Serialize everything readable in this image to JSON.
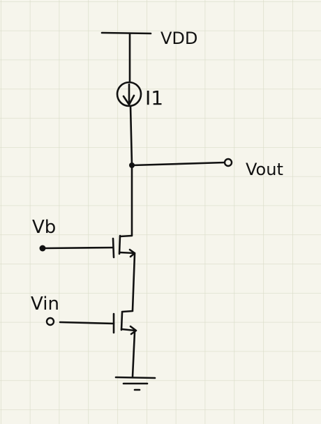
{
  "labels": {
    "vdd": "VDD",
    "i1": "I1",
    "vout": "Vout",
    "vb": "Vb",
    "vin": "Vin"
  },
  "colors": {
    "paper": "#f6f5ec",
    "grid": "#d9dcc8",
    "ink": "#111111"
  },
  "components": [
    "vdd-rail",
    "current-source-i1",
    "output-node",
    "cascode-transistor-vb",
    "input-transistor-vin",
    "ground-symbol"
  ]
}
